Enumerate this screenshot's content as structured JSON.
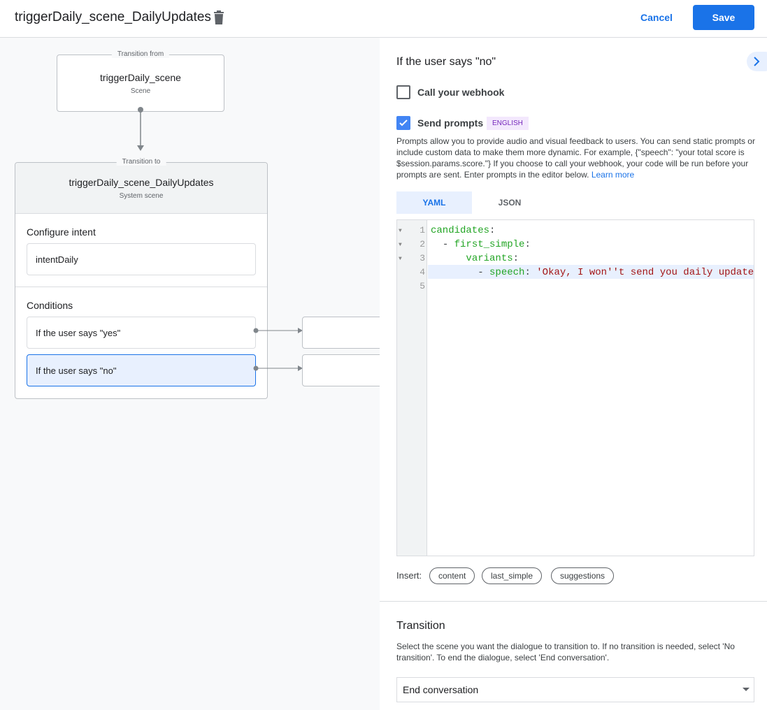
{
  "header": {
    "title": "triggerDaily_scene_DailyUpdates",
    "cancel_label": "Cancel",
    "save_label": "Save"
  },
  "canvas": {
    "from": {
      "legend": "Transition from",
      "name": "triggerDaily_scene",
      "type": "Scene"
    },
    "to": {
      "legend": "Transition to",
      "name": "triggerDaily_scene_DailyUpdates",
      "type": "System scene",
      "intent_label": "Configure intent",
      "intent_value": "intentDaily",
      "conditions_label": "Conditions",
      "conditions": [
        {
          "label": "If the user says \"yes\"",
          "selected": false
        },
        {
          "label": "If the user says \"no\"",
          "selected": true
        }
      ]
    }
  },
  "panel": {
    "title": "If the user says \"no\"",
    "webhook": {
      "label": "Call your webhook",
      "checked": false
    },
    "prompts": {
      "label": "Send prompts",
      "checked": true,
      "badge": "ENGLISH",
      "description": "Prompts allow you to provide audio and visual feedback to users. You can send static prompts or include custom data to make them more dynamic. For example, {\"speech\": \"your total score is $session.params.score.\"} If you choose to call your webhook, your code will be run before your prompts are sent. Enter prompts in the editor below.",
      "learn_more": "Learn more"
    },
    "tabs": [
      {
        "label": "YAML",
        "active": true
      },
      {
        "label": "JSON",
        "active": false
      }
    ],
    "editor": {
      "lines": [
        {
          "n": "1",
          "indent": "",
          "key": "candidates",
          "dash": false,
          "value": ""
        },
        {
          "n": "2",
          "indent": "  ",
          "key": "first_simple",
          "dash": true,
          "value": ""
        },
        {
          "n": "3",
          "indent": "      ",
          "key": "variants",
          "dash": false,
          "value": ""
        },
        {
          "n": "4",
          "indent": "        ",
          "key": "speech",
          "dash": true,
          "value": "'Okay, I won''t send you daily update"
        },
        {
          "n": "5",
          "indent": "",
          "key": "",
          "dash": false,
          "value": ""
        }
      ]
    },
    "insert": {
      "label": "Insert:",
      "chips": [
        "content",
        "last_simple",
        "suggestions"
      ]
    },
    "transition": {
      "title": "Transition",
      "description": "Select the scene you want the dialogue to transition to. If no transition is needed, select 'No transition'. To end the dialogue, select 'End conversation'.",
      "selected": "End conversation"
    }
  },
  "colors": {
    "accent": "#1a73e8",
    "selected_bg": "#e8f0fe",
    "badge_bg": "#f3e8fd",
    "badge_text": "#7627bb"
  }
}
